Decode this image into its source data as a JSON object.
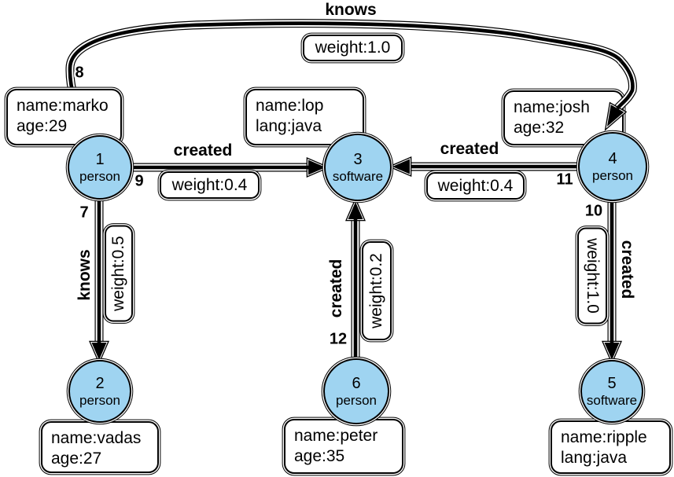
{
  "colors": {
    "node_fill": "#9fd4f1",
    "stroke": "#000000",
    "box_bg": "#ffffff"
  },
  "nodes": [
    {
      "id": "1",
      "label": "person",
      "props": [
        "name:marko",
        "age:29"
      ]
    },
    {
      "id": "2",
      "label": "person",
      "props": [
        "name:vadas",
        "age:27"
      ]
    },
    {
      "id": "3",
      "label": "software",
      "props": [
        "name:lop",
        "lang:java"
      ]
    },
    {
      "id": "4",
      "label": "person",
      "props": [
        "name:josh",
        "age:32"
      ]
    },
    {
      "id": "5",
      "label": "software",
      "props": [
        "name:ripple",
        "lang:java"
      ]
    },
    {
      "id": "6",
      "label": "person",
      "props": [
        "name:peter",
        "age:35"
      ]
    }
  ],
  "edges": [
    {
      "id": "8",
      "label": "knows",
      "weight": "weight:1.0",
      "from": "1",
      "to": "4"
    },
    {
      "id": "9",
      "label": "created",
      "weight": "weight:0.4",
      "from": "1",
      "to": "3"
    },
    {
      "id": "11",
      "label": "created",
      "weight": "weight:0.4",
      "from": "4",
      "to": "3"
    },
    {
      "id": "7",
      "label": "knows",
      "weight": "weight:0.5",
      "from": "1",
      "to": "2"
    },
    {
      "id": "12",
      "label": "created",
      "weight": "weight:0.2",
      "from": "6",
      "to": "3"
    },
    {
      "id": "10",
      "label": "created",
      "weight": "weight:1.0",
      "from": "4",
      "to": "5"
    }
  ]
}
